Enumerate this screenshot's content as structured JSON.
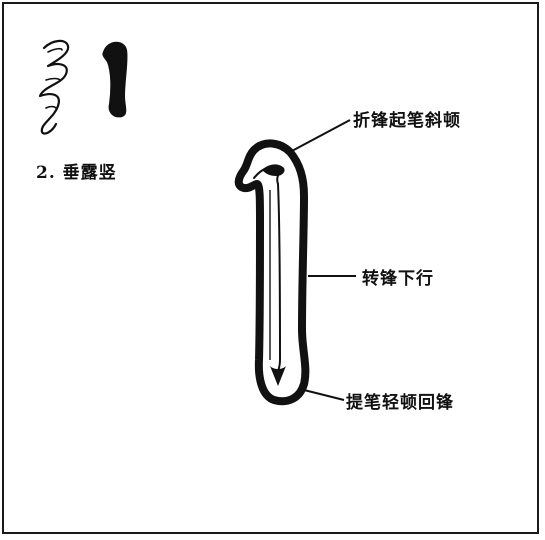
{
  "caption": "2. 垂露竖",
  "annotations": {
    "top": "折锋起笔斜顿",
    "middle": "转锋下行",
    "bottom": "提笔轻顿回锋"
  },
  "colors": {
    "ink": "#111111",
    "border": "#1a1a1a",
    "paper": "#ffffff"
  }
}
